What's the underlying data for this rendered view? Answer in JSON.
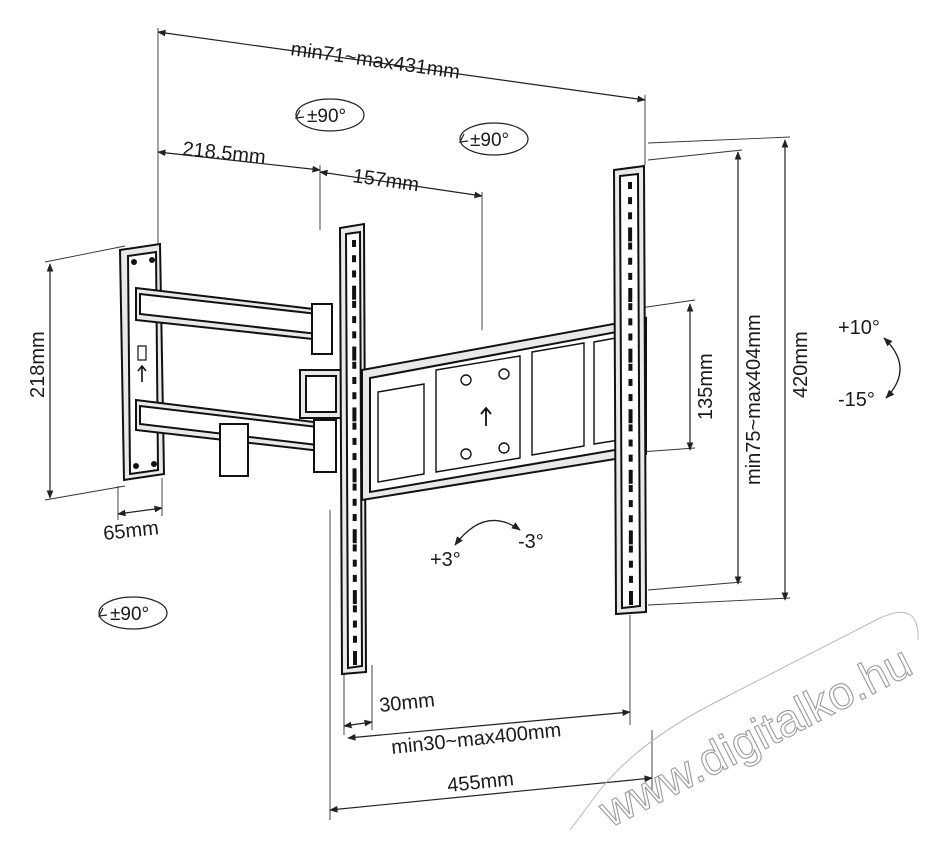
{
  "dimensions": {
    "arm_extension": "min71~max431mm",
    "bracket_to_pivot": "218.5mm",
    "pivot_offset": "157mm",
    "wall_plate_height": "218mm",
    "wall_plate_width": "65mm",
    "vesa_vertical_min": "135mm",
    "vesa_vertical_range": "min75~max404mm",
    "total_height": "420mm",
    "rail_width": "30mm",
    "vesa_horizontal_range": "min30~max400mm",
    "total_width": "455mm"
  },
  "rotations": {
    "swivel_top_left": "±90°",
    "swivel_top_center": "±90°",
    "swivel_bottom_left": "±90°",
    "tilt_up": "+10°",
    "tilt_down": "-15°",
    "level_plus": "+3°",
    "level_minus": "-3°"
  },
  "watermark": "www.digitalko.hu"
}
